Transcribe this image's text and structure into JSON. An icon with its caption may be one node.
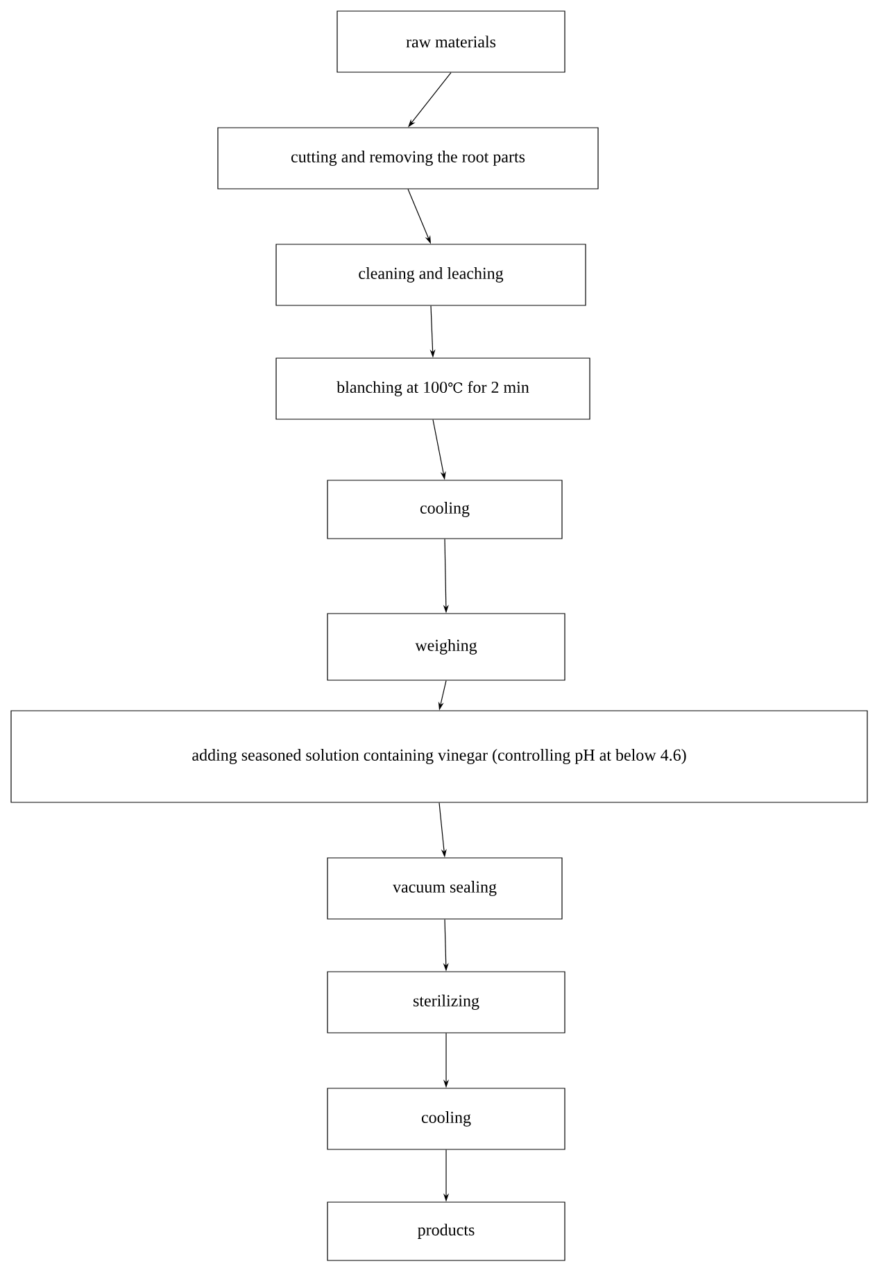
{
  "diagram": {
    "nodes": [
      {
        "text": [
          "raw materials"
        ]
      },
      {
        "text": [
          "cutting and removing the root parts"
        ]
      },
      {
        "text": [
          "cleaning and leaching"
        ]
      },
      {
        "text": [
          "blanching at 100℃ for 2 min"
        ]
      },
      {
        "text": [
          "cooling"
        ]
      },
      {
        "text": [
          "weighing"
        ]
      },
      {
        "text": [
          "adding seasoned solution containing vinegar (controlling pH at below 4.6)"
        ]
      },
      {
        "text": [
          "vacuum sealing"
        ]
      },
      {
        "text": [
          "sterilizing"
        ]
      },
      {
        "text": [
          "cooling"
        ]
      },
      {
        "text": [
          "products"
        ]
      }
    ],
    "edges": [
      {
        "from": 0,
        "to": 1,
        "arrow": "to"
      },
      {
        "from": 1,
        "to": 2,
        "arrow": "to"
      },
      {
        "from": 2,
        "to": 3,
        "arrow": "to"
      },
      {
        "from": 3,
        "to": 4,
        "arrow": "to"
      },
      {
        "from": 4,
        "to": 5,
        "arrow": "to"
      },
      {
        "from": 5,
        "to": 6,
        "arrow": "to"
      },
      {
        "from": 6,
        "to": 7,
        "arrow": "to"
      },
      {
        "from": 7,
        "to": 8,
        "arrow": "to"
      },
      {
        "from": 8,
        "to": 9,
        "arrow": "to"
      },
      {
        "from": 9,
        "to": 10,
        "arrow": "to"
      }
    ]
  }
}
